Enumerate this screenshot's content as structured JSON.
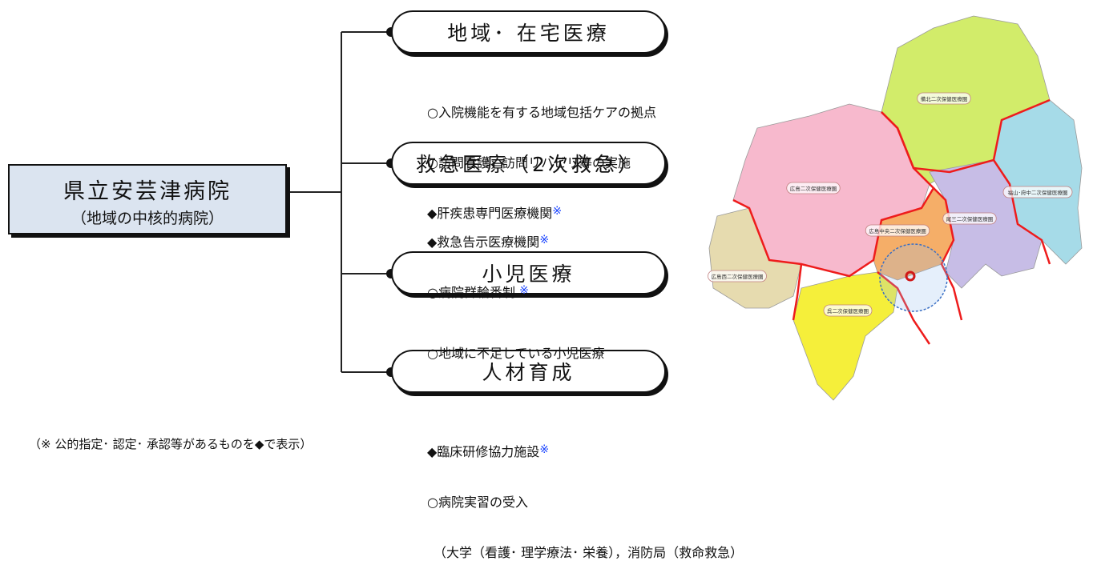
{
  "main": {
    "title": "県立安芸津病院",
    "subtitle": "（地域の中核的病院）"
  },
  "sections": [
    {
      "title": "地域･ 在宅医療",
      "items": [
        {
          "text": "○入院機能を有する地域包括ケアの拠点",
          "note": ""
        },
        {
          "text": "○訪問看護，訪問リハビリ等の実施",
          "note": ""
        },
        {
          "text": "◆肝疾患専門医療機関",
          "note": "※"
        }
      ]
    },
    {
      "title": "救急医療（2次救急）",
      "items": [
        {
          "text": "◆救急告示医療機関",
          "note": "※"
        },
        {
          "text": "○病院群輪番制 ",
          "note": "※"
        }
      ]
    },
    {
      "title": "小児医療",
      "items": [
        {
          "text": "○地域に不足している小児医療",
          "note": ""
        }
      ]
    },
    {
      "title": "人材育成",
      "items": [
        {
          "text": "◆臨床研修協力施設",
          "note": "※"
        },
        {
          "text": "○病院実習の受入",
          "note": ""
        },
        {
          "text": "（大学（看護･ 理学療法･ 栄養），消防局（救命救急）",
          "note": ""
        }
      ]
    }
  ],
  "footnote": "（※ 公的指定･ 認定･ 承認等があるものを◆で表示）",
  "map": {
    "regions": [
      {
        "label": "備北二次保健医療圏",
        "color": "#d2ec6a"
      },
      {
        "label": "広島二次保健医療圏",
        "color": "#f7b9cd"
      },
      {
        "label": "広島西二次保健医療圏",
        "color": "#e6dbaf"
      },
      {
        "label": "広島中央二次保健医療圏",
        "color": "#f5ae68"
      },
      {
        "label": "呉二次保健医療圏",
        "color": "#f5ef3a"
      },
      {
        "label": "尾三二次保健医療圏",
        "color": "#c7bde6"
      },
      {
        "label": "福山･府中二次保健医療圏",
        "color": "#a6dbe8"
      }
    ]
  }
}
